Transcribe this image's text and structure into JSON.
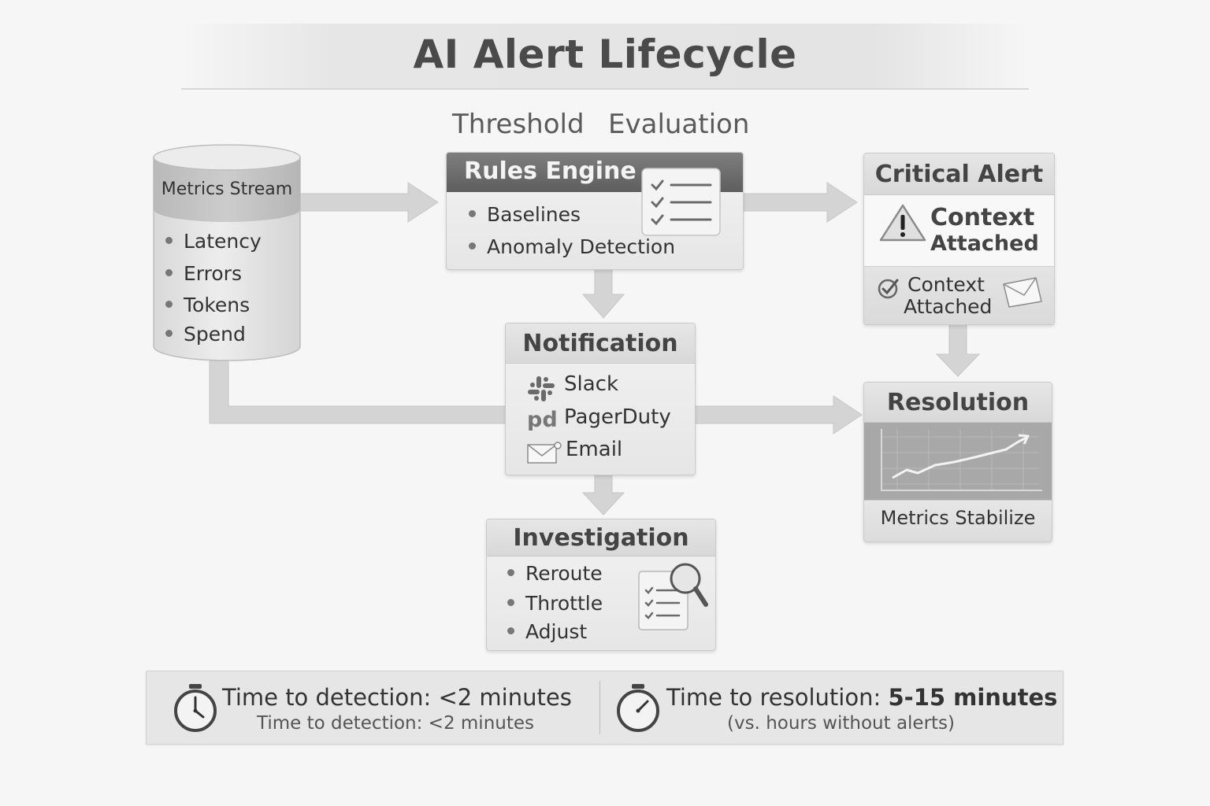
{
  "title": "AI Alert Lifecycle",
  "captions": {
    "threshold": "Threshold",
    "evaluation": "Evaluation"
  },
  "metrics_stream": {
    "label": "Metrics Stream",
    "items": [
      "Latency",
      "Errors",
      "Tokens",
      "Spend"
    ]
  },
  "rules_engine": {
    "title": "Rules Engine",
    "items": [
      "Baselines",
      "Anomaly Detection"
    ],
    "icon": "checklist-icon"
  },
  "critical_alert": {
    "title": "Critical Alert",
    "warning_text_1": "Context",
    "warning_text_2": "Attached",
    "footer_text_1": "Context",
    "footer_text_2": "Attached"
  },
  "notification": {
    "title": "Notification",
    "channels": [
      {
        "label": "Slack",
        "icon": "slack-icon"
      },
      {
        "label": "PagerDuty",
        "icon": "pagerduty-icon"
      },
      {
        "label": "Email",
        "icon": "email-icon"
      }
    ]
  },
  "resolution": {
    "title": "Resolution",
    "footer": "Metrics Stabilize"
  },
  "investigation": {
    "title": "Investigation",
    "items": [
      "Reroute",
      "Throttle",
      "Adjust"
    ]
  },
  "stats": {
    "detection_main": "Time to detection: <2 minutes",
    "detection_sub": "Time to detection: <2 minutes",
    "resolution_main_prefix": "Time to resolution: ",
    "resolution_main_value": "5-15 minutes",
    "resolution_sub": "(vs. hours without alerts)"
  },
  "colors": {
    "background": "#f6f6f6",
    "box_fill": "#ececec",
    "connector": "#d2d2d2",
    "text": "#3a3a3a"
  }
}
